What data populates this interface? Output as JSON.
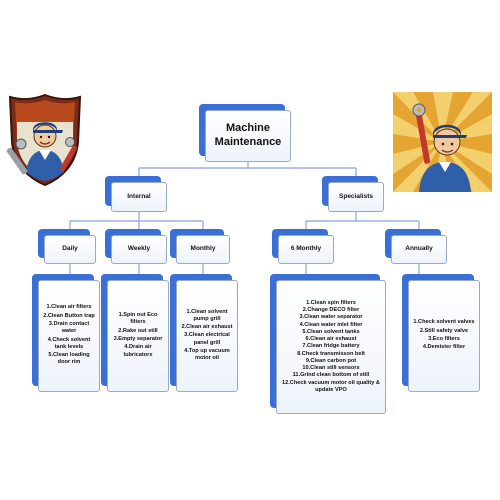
{
  "root": {
    "label": "Machine Maintenance"
  },
  "branches": [
    {
      "label": "Internal",
      "children": [
        {
          "label": "Daily",
          "tasks": [
            "1.Clean air filters",
            "2.Clean Button trap",
            "3.Drain contact water",
            "4.Check solvent tank levels",
            "5.Clean loading door rim"
          ]
        },
        {
          "label": "Weekly",
          "tasks": [
            "1.Spin out Eco filters",
            "2.Rake out still",
            "3.Empty separator",
            "4.Drain air lubricators"
          ]
        },
        {
          "label": "Monthly",
          "tasks": [
            "1.Clean solvent pump grill",
            "2.Clean air exhaust",
            "3.Clean electrical panel grill",
            "4.Top up vacuum motor oil"
          ]
        }
      ]
    },
    {
      "label": "Specialists",
      "children": [
        {
          "label": "6 Monthly",
          "tasks": [
            "1.Clean spin filters",
            "2.Change DECO filter",
            "3.Clean water separator",
            "4.Clean water inlet filter",
            "5.Clean solvent tanks",
            "6.Clean air exhaust",
            "7.Clean fridge battery",
            "8.Check transmisson belt",
            "9.Clean carbon pot",
            "10.Clean still sensors",
            "11.Grind clean bottom of still",
            "12.Check vacuum motor oil quality & update VPO"
          ]
        },
        {
          "label": "Annually",
          "tasks": [
            "1.Check solvent valves",
            "2.Still safety valve",
            "3.Eco filters",
            "4.Demister filter"
          ]
        }
      ]
    }
  ],
  "colors": {
    "accent": "#3a6fd6",
    "connector": "#8aa4d6",
    "box_border": "#9aa9c4"
  },
  "illustrations": [
    "mechanic-shield-illustration",
    "mechanic-sunburst-illustration"
  ]
}
